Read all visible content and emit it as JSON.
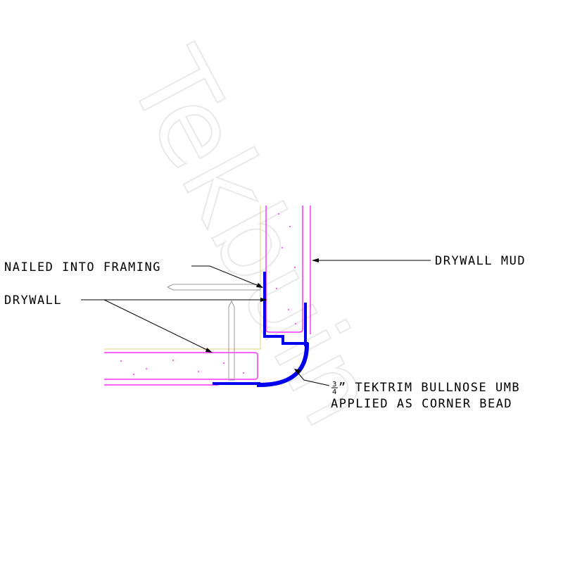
{
  "watermark": "Tekbuin",
  "labels": {
    "nailed": "NAILED INTO FRAMING",
    "drywall": "DRYWALL",
    "mud": "DRYWALL MUD",
    "fraction_num": "3",
    "fraction_den": "4",
    "bead_line1_rest": "” TEKTRIM BULLNOSE UMB",
    "bead_line2": "APPLIED AS CORNER BEAD"
  },
  "colors": {
    "drywall": "#ff33ff",
    "trim": "#0000ee",
    "framing": "#e6d27a",
    "leader": "#000000",
    "nail": "#9a9a9a"
  }
}
